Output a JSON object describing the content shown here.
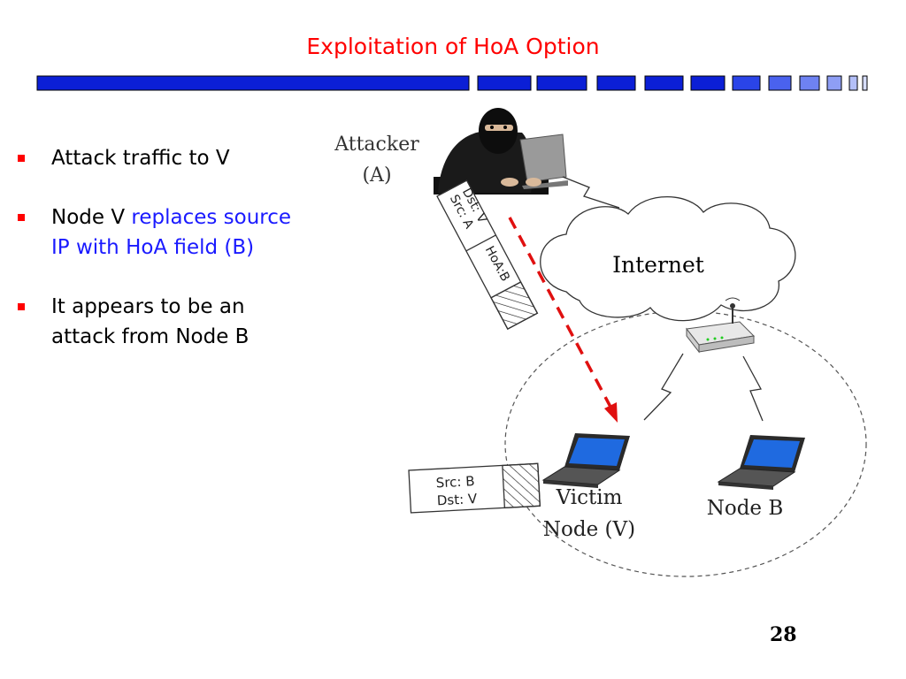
{
  "slide": {
    "title": "Exploitation of HoA Option",
    "page_number": "28"
  },
  "bullets": [
    {
      "text": "Attack traffic to V"
    },
    {
      "prefix": "Node V ",
      "highlight": "replaces source IP with HoA field (B)"
    },
    {
      "text": "It appears to be an attack from Node B"
    }
  ],
  "diagram": {
    "attacker_label": [
      "Attacker",
      "(A)"
    ],
    "internet_label": "Internet",
    "victim_label": [
      "Victim",
      "Node (V)"
    ],
    "node_b_label": "Node B",
    "packet_top": {
      "src": "Src: A",
      "dst": "Dst: V",
      "hoa": "HoA:B"
    },
    "packet_bottom": {
      "src": "Src: B",
      "dst": "Dst: V"
    }
  },
  "colors": {
    "title": "#ff0000",
    "bar": "#0b1fd6",
    "highlight": "#1a1aff",
    "attack_arrow": "#e01010"
  }
}
